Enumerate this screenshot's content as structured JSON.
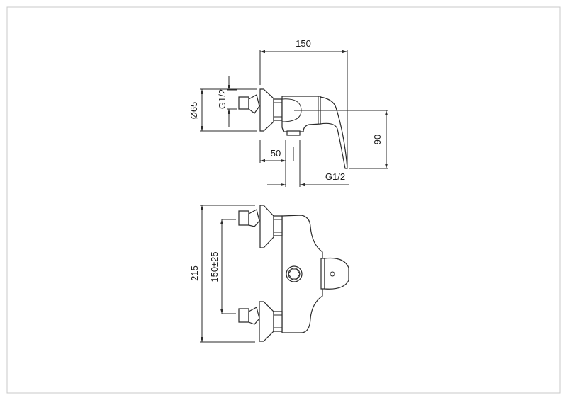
{
  "dimensions": {
    "width_150": "150",
    "diameter_65": "Ø65",
    "inlet_thread": "G1/2",
    "offset_50": "50",
    "height_90": "90",
    "outlet_thread": "G1/2",
    "height_215": "215",
    "center_distance": "150±25"
  },
  "colors": {
    "line": "#2a2a2a",
    "border": "#c8c8c8"
  }
}
